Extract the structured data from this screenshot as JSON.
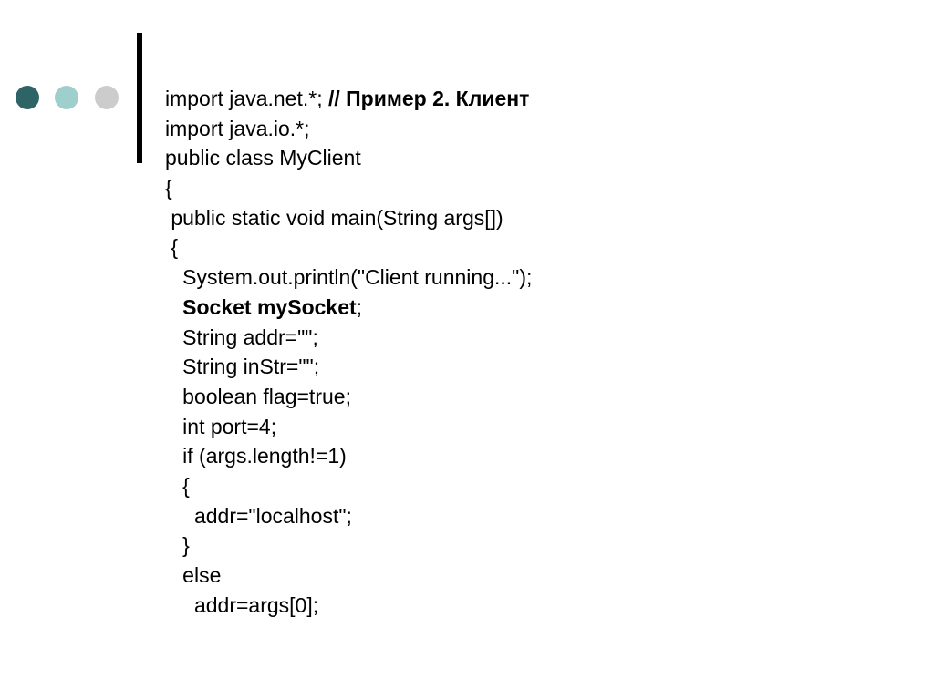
{
  "colors": {
    "dot_1": "#2f6466",
    "dot_2": "#9fcfcd",
    "dot_3": "#cccccc",
    "vertical_bar": "#000000",
    "text": "#000000"
  },
  "code": {
    "line_0": {
      "prefix": "import java.net.*; ",
      "comment": "// Пример 2. Клиент"
    },
    "line_1": "import java.io.*;",
    "line_2": "public class MyClient",
    "line_3": "{",
    "line_4": " public static void main(String args[])",
    "line_5": " {",
    "line_6": "   System.out.println(\"Client running...\");",
    "line_7": {
      "indent": "   ",
      "bold": "Socket mySocket",
      "suffix": ";"
    },
    "line_8": "   String addr=\"\";",
    "line_9": "   String inStr=\"\";",
    "line_10": "   boolean flag=true;",
    "line_11": "   int port=4;",
    "line_12": "   if (args.length!=1)",
    "line_13": "   {",
    "line_14": "     addr=\"localhost\";",
    "line_15": "   }",
    "line_16": "   else",
    "line_17": "     addr=args[0];"
  }
}
